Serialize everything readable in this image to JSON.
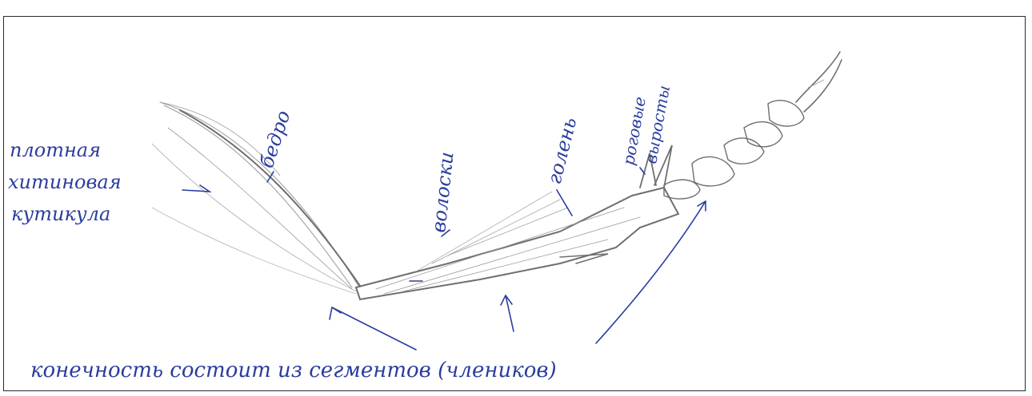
{
  "labels": {
    "cuticle_line1": "плотная",
    "cuticle_line2": "хитиновая",
    "cuticle_line3": "кутикула",
    "femur": "бедро",
    "setae": "волоски",
    "tibia": "голень",
    "spurs_line1": "роговые",
    "spurs_line2": "выросты",
    "caption": "конечность состоит из сегментов (члеников)"
  },
  "colors": {
    "ink": "#2b3d9e",
    "pencil": "#9a9a9a",
    "frame": "#2a2a2a"
  }
}
